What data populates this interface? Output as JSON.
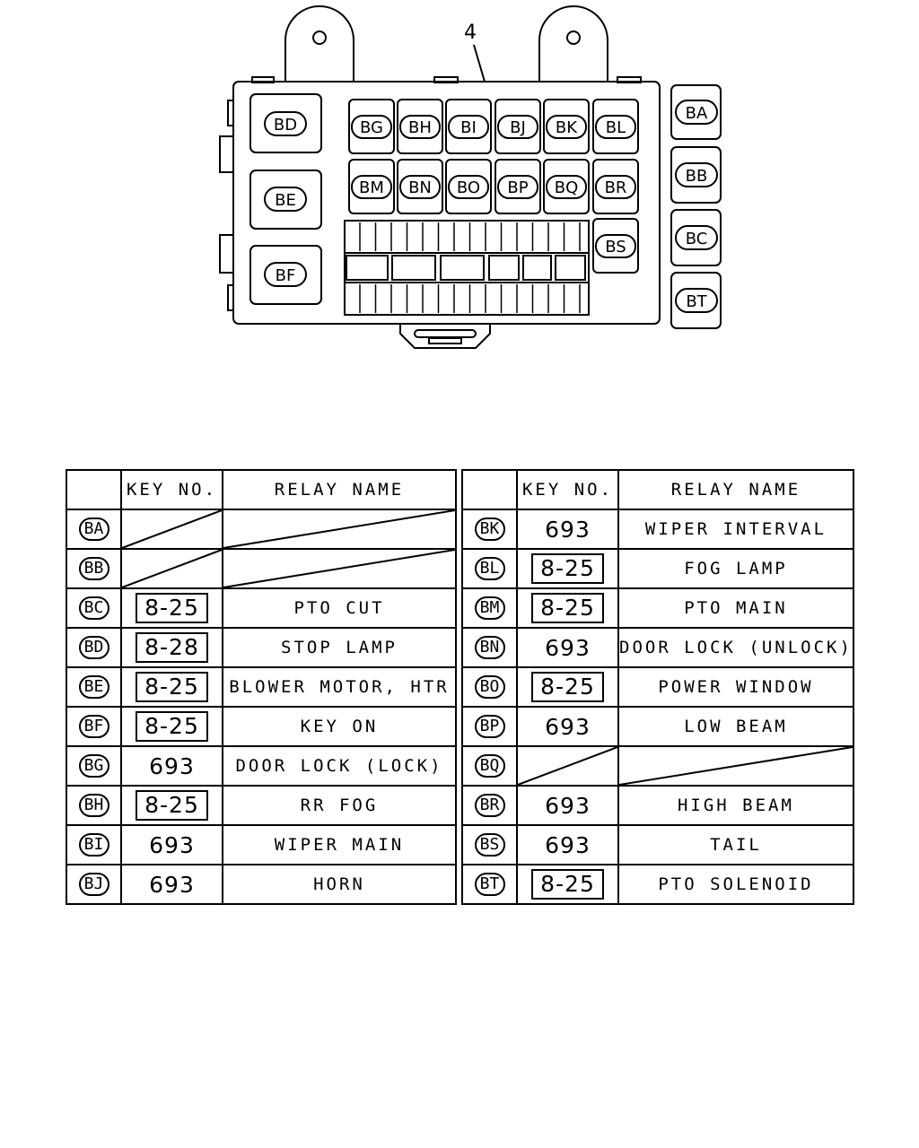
{
  "diagram": {
    "callout": "4",
    "labels": {
      "BA": "BA",
      "BB": "BB",
      "BC": "BC",
      "BT": "BT",
      "BD": "BD",
      "BE": "BE",
      "BF": "BF",
      "BG": "BG",
      "BH": "BH",
      "BI": "BI",
      "BJ": "BJ",
      "BK": "BK",
      "BL": "BL",
      "BM": "BM",
      "BN": "BN",
      "BO": "BO",
      "BP": "BP",
      "BQ": "BQ",
      "BR": "BR",
      "BS": "BS"
    }
  },
  "table_headers": {
    "key": "KEY NO.",
    "name": "RELAY NAME"
  },
  "left_rows": [
    {
      "code": "BA",
      "key": "",
      "boxed": false,
      "name": "",
      "empty": true
    },
    {
      "code": "BB",
      "key": "",
      "boxed": false,
      "name": "",
      "empty": true
    },
    {
      "code": "BC",
      "key": "8-25",
      "boxed": true,
      "name": "PTO CUT",
      "empty": false
    },
    {
      "code": "BD",
      "key": "8-28",
      "boxed": true,
      "name": "STOP LAMP",
      "empty": false
    },
    {
      "code": "BE",
      "key": "8-25",
      "boxed": true,
      "name": "BLOWER MOTOR, HTR",
      "empty": false
    },
    {
      "code": "BF",
      "key": "8-25",
      "boxed": true,
      "name": "KEY ON",
      "empty": false
    },
    {
      "code": "BG",
      "key": "693",
      "boxed": false,
      "name": "DOOR LOCK (LOCK)",
      "empty": false
    },
    {
      "code": "BH",
      "key": "8-25",
      "boxed": true,
      "name": "RR FOG",
      "empty": false
    },
    {
      "code": "BI",
      "key": "693",
      "boxed": false,
      "name": "WIPER MAIN",
      "empty": false
    },
    {
      "code": "BJ",
      "key": "693",
      "boxed": false,
      "name": "HORN",
      "empty": false
    }
  ],
  "right_rows": [
    {
      "code": "BK",
      "key": "693",
      "boxed": false,
      "name": "WIPER INTERVAL",
      "empty": false
    },
    {
      "code": "BL",
      "key": "8-25",
      "boxed": true,
      "name": "FOG LAMP",
      "empty": false
    },
    {
      "code": "BM",
      "key": "8-25",
      "boxed": true,
      "name": "PTO MAIN",
      "empty": false
    },
    {
      "code": "BN",
      "key": "693",
      "boxed": false,
      "name": "DOOR LOCK (UNLOCK)",
      "empty": false
    },
    {
      "code": "BO",
      "key": "8-25",
      "boxed": true,
      "name": "POWER WINDOW",
      "empty": false
    },
    {
      "code": "BP",
      "key": "693",
      "boxed": false,
      "name": "LOW BEAM",
      "empty": false
    },
    {
      "code": "BQ",
      "key": "",
      "boxed": false,
      "name": "",
      "empty": true
    },
    {
      "code": "BR",
      "key": "693",
      "boxed": false,
      "name": "HIGH BEAM",
      "empty": false
    },
    {
      "code": "BS",
      "key": "693",
      "boxed": false,
      "name": "TAIL",
      "empty": false
    },
    {
      "code": "BT",
      "key": "8-25",
      "boxed": true,
      "name": "PTO SOLENOID",
      "empty": false
    }
  ]
}
